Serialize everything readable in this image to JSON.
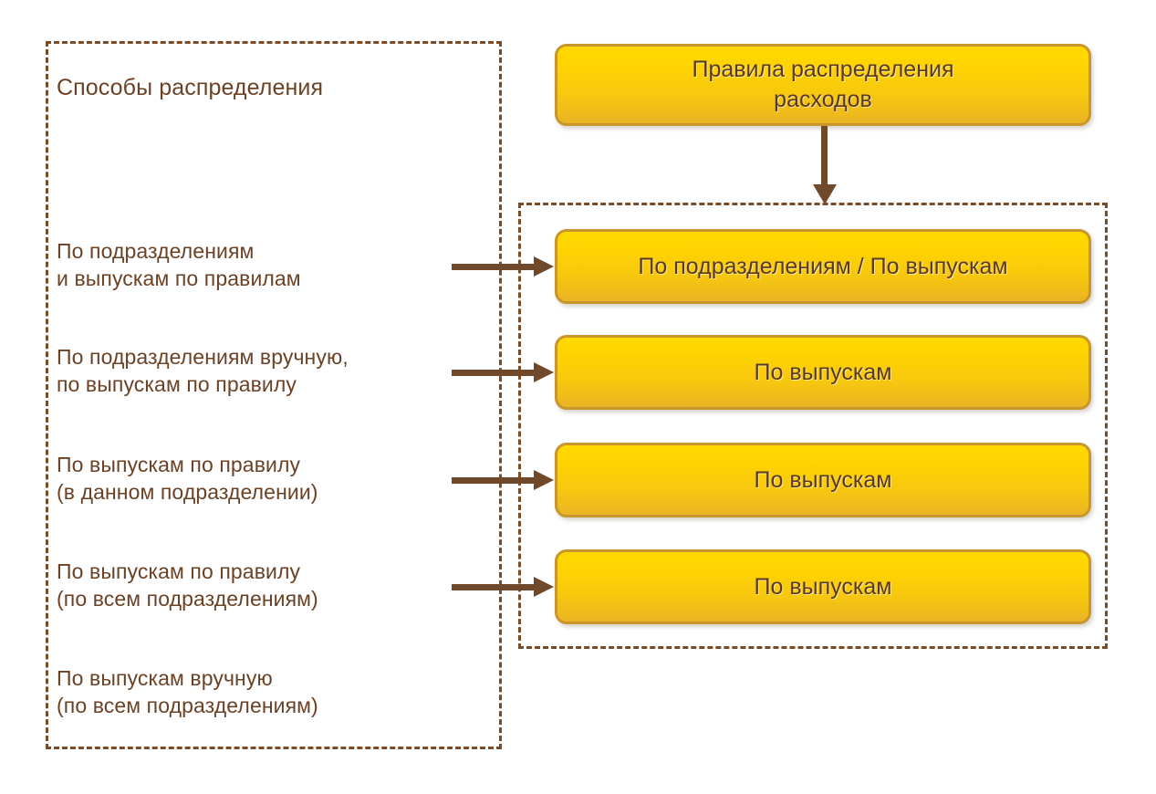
{
  "diagram": {
    "methods_panel": {
      "title": "Способы распределения",
      "items": [
        {
          "label": "По подразделениям\nи выпускам по правилам"
        },
        {
          "label": "По подразделениям вручную,\nпо выпускам по правилу"
        },
        {
          "label": "По выпускам по правилу\n(в данном подразделении)"
        },
        {
          "label": "По выпускам по правилу\n(по всем подразделениям)"
        },
        {
          "label": "По выпускам вручную\n(по всем подразделениям)"
        }
      ]
    },
    "header_box": {
      "label": "Правила распределения\nрасходов"
    },
    "rules_panel": {
      "boxes": [
        {
          "label": "По подразделениям / По выпускам"
        },
        {
          "label": "По выпускам"
        },
        {
          "label": "По выпускам"
        },
        {
          "label": "По выпускам"
        }
      ]
    },
    "colors": {
      "box_fill_top": "#FFD902",
      "box_fill_bottom": "#EAB426",
      "box_border": "#C8962B",
      "text_brown": "#6B4226",
      "box_text": "#5A3A1E",
      "arrow": "#70482A",
      "dashed_border": "#7B4B26",
      "background": "#FFFFFF"
    }
  }
}
